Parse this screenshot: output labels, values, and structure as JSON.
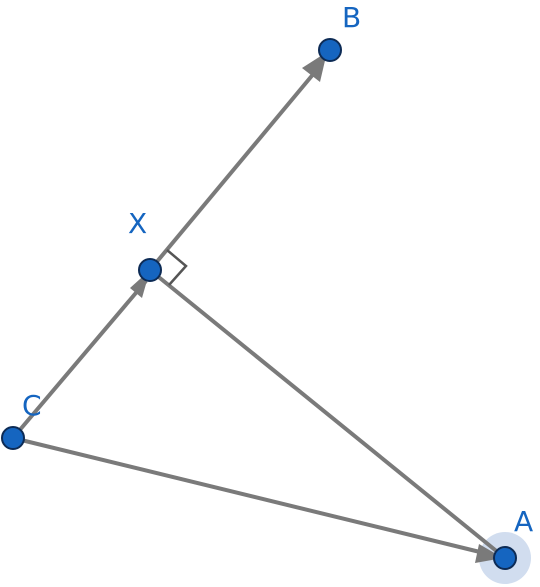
{
  "colors": {
    "segment": "#7a7a7a",
    "point_fill": "#1565c0",
    "point_stroke": "#0d2b55",
    "label": "#1565c0",
    "selection_halo": "#c9d7ec"
  },
  "points": {
    "A": {
      "label": "A"
    },
    "B": {
      "label": "B"
    },
    "C": {
      "label": "C"
    },
    "X": {
      "label": "X"
    }
  },
  "segments": [
    {
      "from": "C",
      "to": "X",
      "arrow": true
    },
    {
      "from": "X",
      "to": "B",
      "arrow": true
    },
    {
      "from": "C",
      "to": "A",
      "arrow": true
    },
    {
      "from": "X",
      "to": "A",
      "arrow": false
    }
  ],
  "right_angle_at": "X",
  "selected_point": "A"
}
